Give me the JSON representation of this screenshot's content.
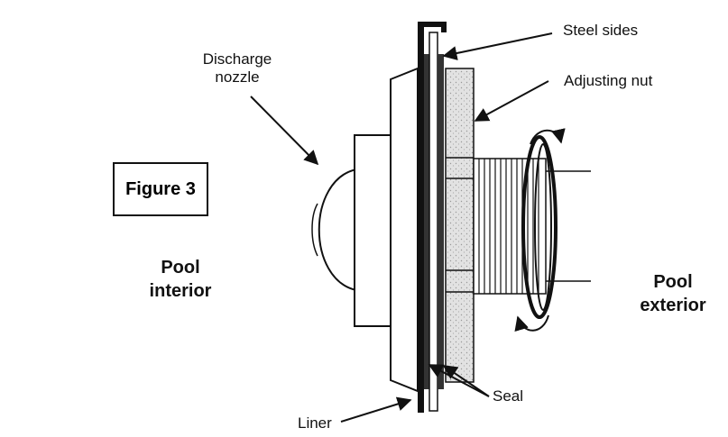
{
  "figure": {
    "label": "Figure 3"
  },
  "labels": {
    "steel_sides": "Steel sides",
    "adjusting_nut": "Adjusting nut",
    "discharge_line1": "Discharge",
    "discharge_line2": "nozzle",
    "pool_interior_line1": "Pool",
    "pool_interior_line2": "interior",
    "pool_exterior_line1": "Pool",
    "pool_exterior_line2": "exterior",
    "seal": "Seal",
    "liner": "Liner"
  },
  "colors": {
    "ink": "#111111",
    "nut_fill": "#d9d9d9",
    "seal_fill": "#222222"
  }
}
